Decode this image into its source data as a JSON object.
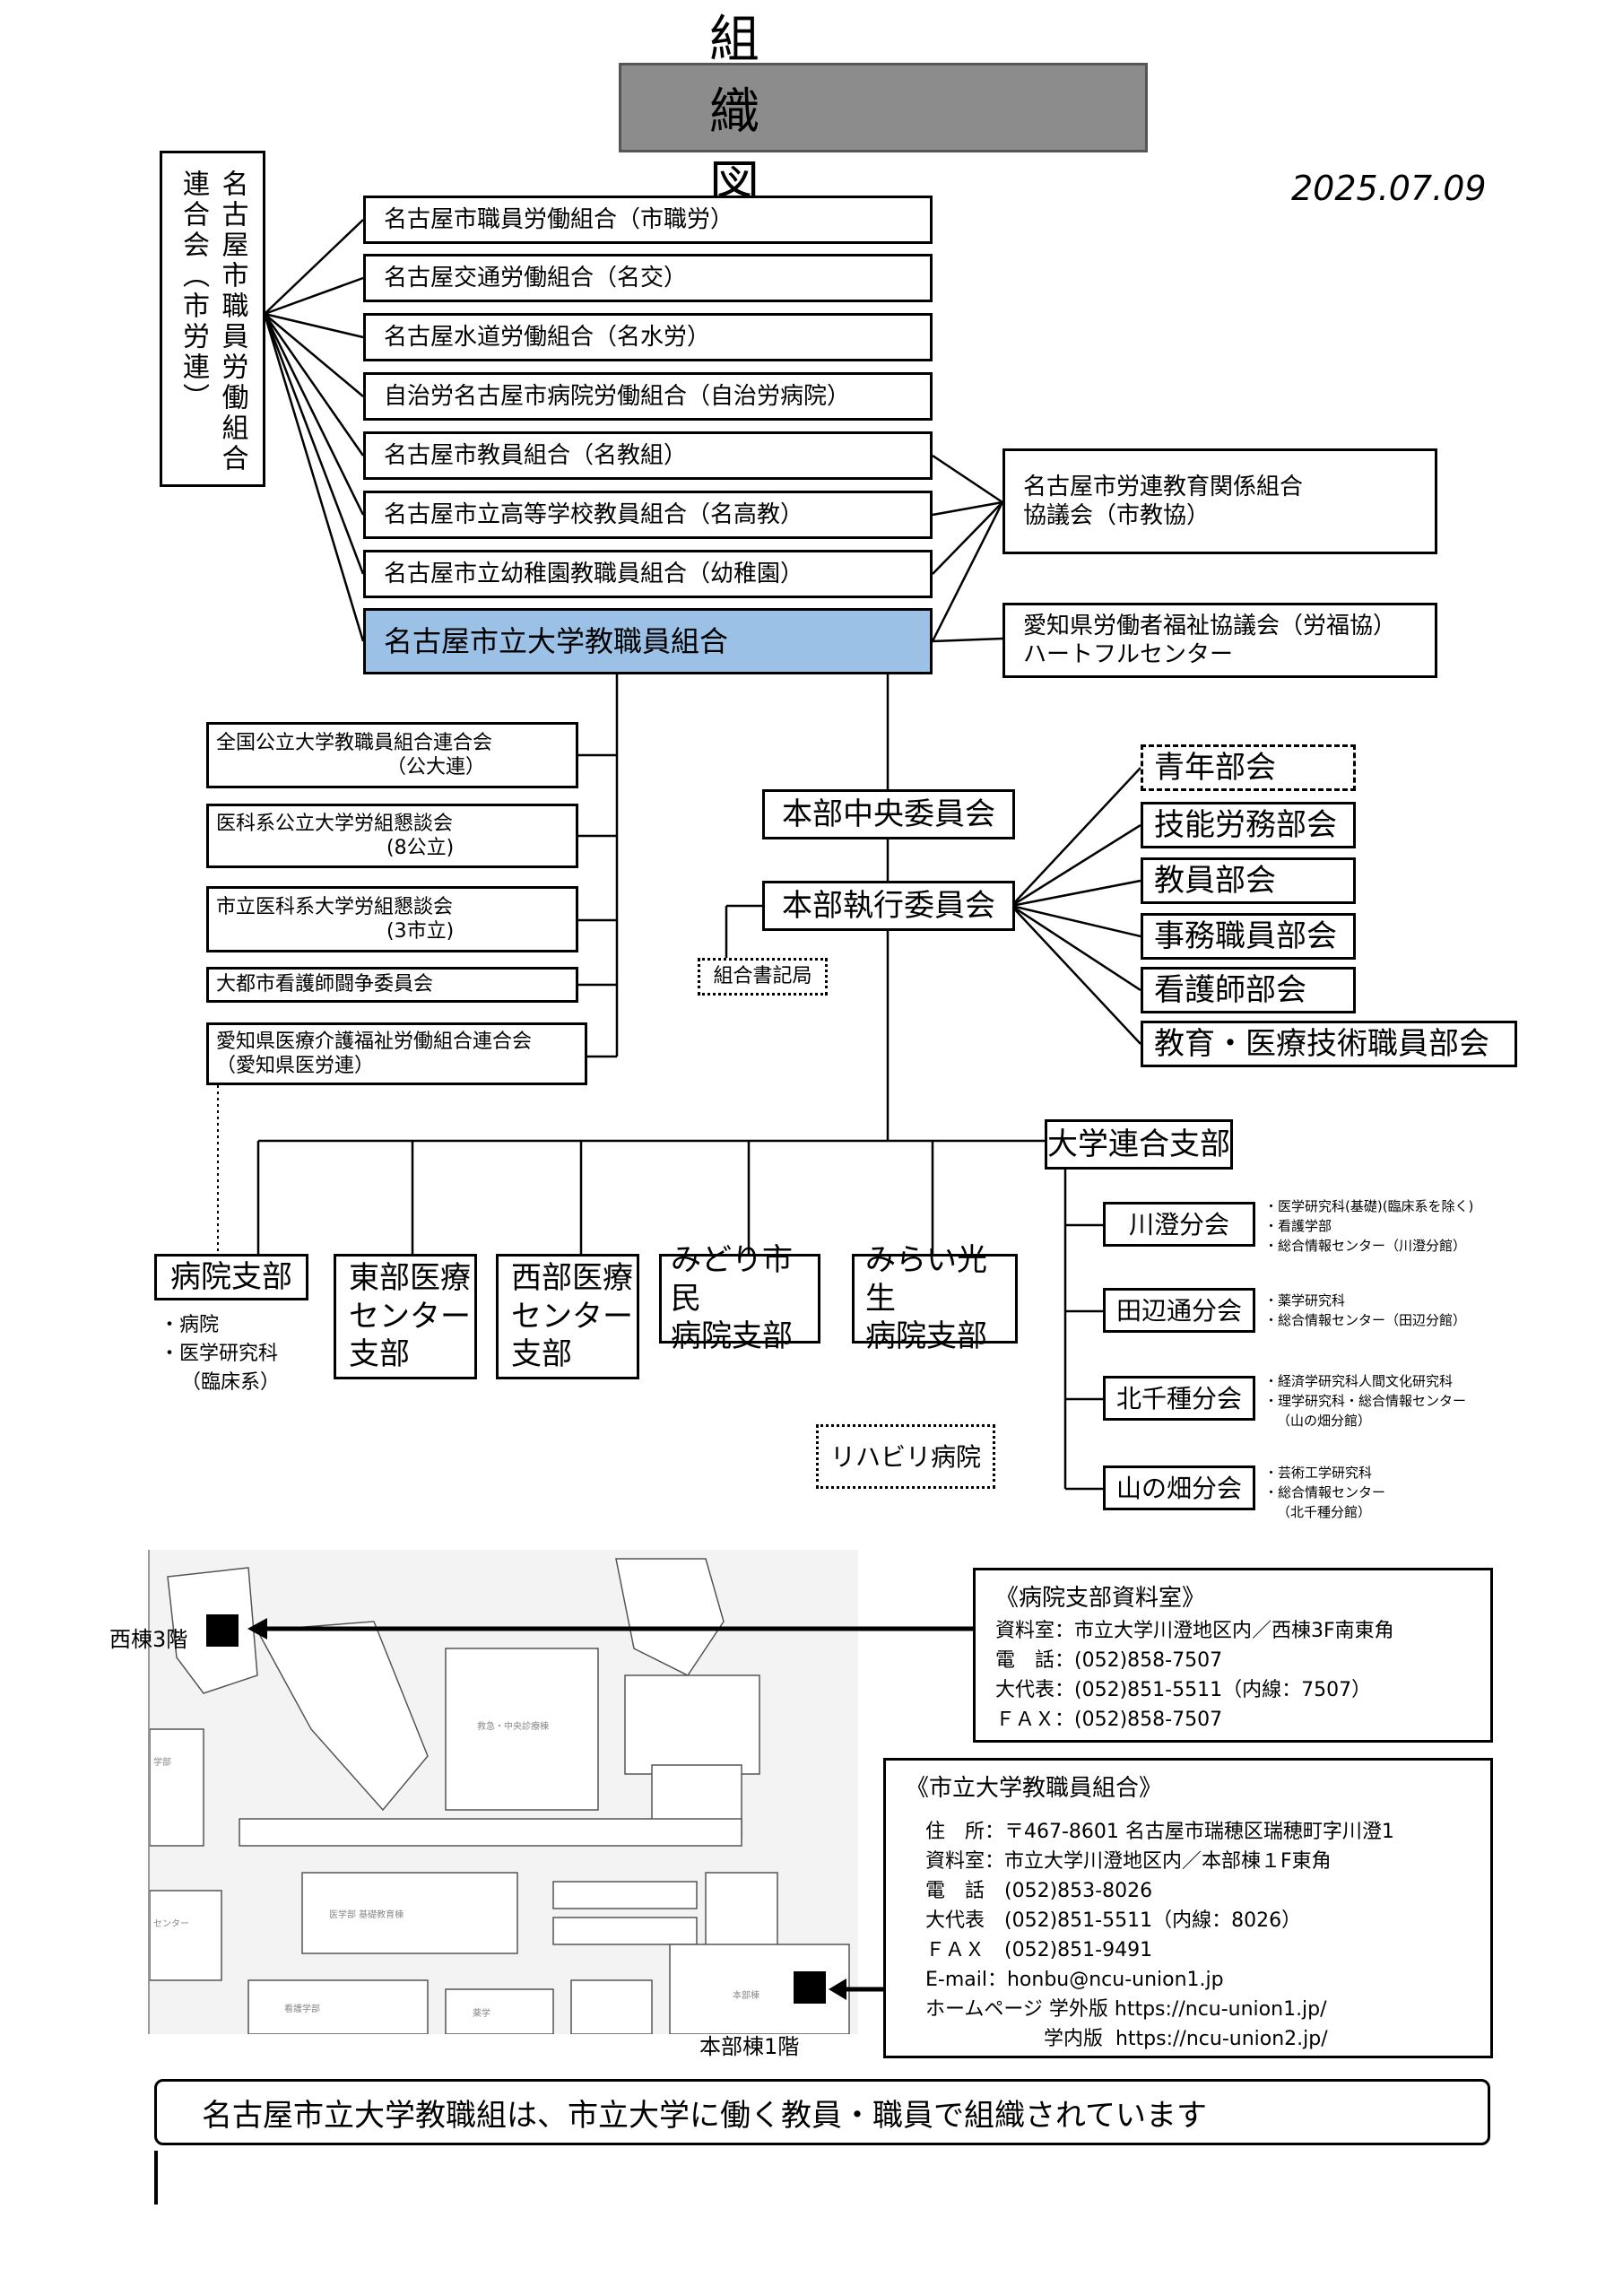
{
  "title": "組　　織　　図",
  "date": "2025.07.09",
  "federation": "名古屋市職員労働組合連合会（市労連）",
  "member_unions": [
    "名古屋市職員労働組合（市職労）",
    "名古屋交通労働組合（名交）",
    "名古屋水道労働組合（名水労）",
    "自治労名古屋市病院労働組合（自治労病院）",
    "名古屋市教員組合（名教組）",
    "名古屋市立高等学校教員組合（名高教）",
    "名古屋市立幼稚園教職員組合（幼稚園）"
  ],
  "main_union": "名古屋市立大学教職員組合",
  "education_council": [
    "名古屋市労連教育関係組合",
    "協議会（市教協）"
  ],
  "welfare_council": [
    "愛知県労働者福祉協議会（労福協）",
    "ハートフルセンター"
  ],
  "external_orgs": [
    [
      "全国公立大学教職員組合連合会",
      "（公大連）"
    ],
    [
      "医科系公立大学労組懇談会",
      "(8公立)"
    ],
    [
      "市立医科系大学労組懇談会",
      "(3市立)"
    ],
    [
      "大都市看護師闘争委員会",
      ""
    ],
    [
      "愛知県医療介護福祉労働組合連合会",
      "（愛知県医労連）"
    ]
  ],
  "central_committee": "本部中央委員会",
  "executive_committee": "本部執行委員会",
  "secretariat": "組合書記局",
  "divisions": [
    "青年部会",
    "技能労務部会",
    "教員部会",
    "事務職員部会",
    "看護師部会",
    "教育・医療技術職員部会"
  ],
  "university_branch": "大学連合支部",
  "branches": [
    [
      "病院支部"
    ],
    [
      "東部医療",
      "センター",
      "支部"
    ],
    [
      "西部医療",
      "センター",
      "支部"
    ],
    [
      "みどり市民",
      "病院支部"
    ],
    [
      "みらい光生",
      "病院支部"
    ]
  ],
  "hospital_branch_note": [
    "・病院",
    "・医学研究科",
    "（臨床系）"
  ],
  "rehab": "リハビリ病院",
  "sub_branches": [
    {
      "name": "川澄分会",
      "notes": [
        "・医学研究科(基礎)(臨床系を除く)",
        "・看護学部",
        "・総合情報センター（川澄分館）"
      ]
    },
    {
      "name": "田辺通分会",
      "notes": [
        "・薬学研究科",
        "・総合情報センター（田辺分館）"
      ]
    },
    {
      "name": "北千種分会",
      "notes": [
        "・経済学研究科人間文化研究科",
        "・理学研究科・総合情報センター",
        "（山の畑分館）"
      ]
    },
    {
      "name": "山の畑分会",
      "notes": [
        "・芸術工学研究科",
        "・総合情報センター",
        "（北千種分館）"
      ]
    }
  ],
  "map_labels": {
    "west": "西棟3階",
    "honbu": "本部棟1階",
    "bldg1": "救急・中央診療棟",
    "bldg2": "医学部 基礎教育棟",
    "bldg3": "看護学部",
    "bldg4": "薬学",
    "bldg5": "本部棟",
    "bldg6": "センター",
    "bldg7": "学部"
  },
  "hospital_office": {
    "title": "《病院支部資料室》",
    "lines": [
      "資料室：市立大学川澄地区内／西棟3F南東角",
      "電　話：(052)858-7507",
      "大代表：(052)851-5511（内線：7507）",
      "ＦＡＸ：(052)858-7507"
    ]
  },
  "union_office": {
    "title": "《市立大学教職員組合》",
    "lines": [
      "住　所：〒467-8601 名古屋市瑞穂区瑞穂町字川澄1",
      "資料室：市立大学川澄地区内／本部棟１F東角",
      "電　話　(052)853-8026",
      "大代表　(052)851-5511（内線：8026）",
      "ＦＡＸ　(052)851-9491",
      "E-mail：honbu@ncu-union1.jp",
      "ホームページ 学外版  https://ncu-union1.jp/",
      "　　　　　　学内版  https://ncu-union2.jp/"
    ]
  },
  "footer": "名古屋市立大学教職組は、市立大学に働く教員・職員で組織されています",
  "colors": {
    "main_union": "#9bc2e6",
    "title_bar": "#8c8c8c"
  }
}
